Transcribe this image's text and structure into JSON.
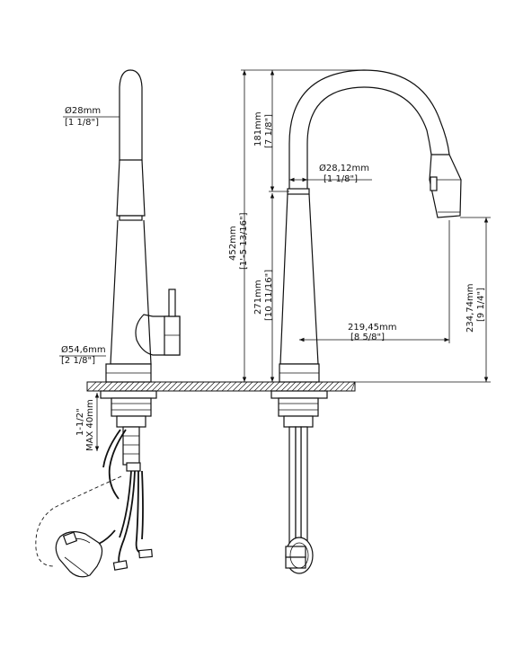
{
  "dimensions": {
    "spout_diameter": {
      "mm": "Ø28mm",
      "inch": "[1 1/8\"]"
    },
    "base_diameter": {
      "mm": "Ø54,6mm",
      "inch": "[2 1/8\"]"
    },
    "hole": {
      "inch": "1-1/2\"",
      "max": "MAX 40mm"
    },
    "total_height": {
      "mm": "452mm",
      "inch": "[1'-5 13/16\"]"
    },
    "spout_drop": {
      "mm": "181mm",
      "inch": "[7 1/8\"]"
    },
    "spout_pipe_diameter": {
      "mm": "Ø28,12mm",
      "inch": "[1 1/8\"]"
    },
    "body_height": {
      "mm": "271mm",
      "inch": "[10 11/16\"]"
    },
    "reach": {
      "mm": "219,45mm",
      "inch": "[8 5/8\"]"
    },
    "spout_height": {
      "mm": "234,74mm",
      "inch": "[9 1/4\"]"
    }
  }
}
